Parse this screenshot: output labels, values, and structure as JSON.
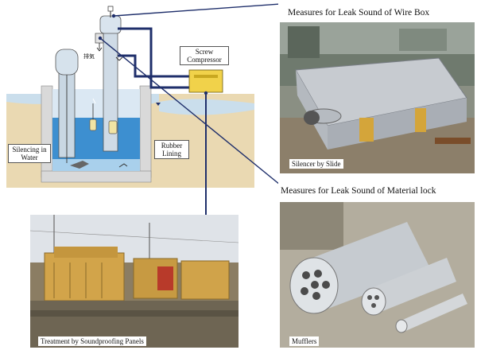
{
  "diagram": {
    "labels": {
      "screw_compressor": "Screw Compressor",
      "silencing_in_water": "Silencing in Water",
      "rubber_lining": "Rubber Lining",
      "exhaust_jp": "排気"
    }
  },
  "photos": {
    "wire_box": {
      "title": "Measures for Leak Sound of Wire Box",
      "caption": "Silencer by Slide"
    },
    "material_lock": {
      "title": "Measures for Leak Sound of Material lock",
      "caption": "Mufflers"
    },
    "panels": {
      "caption": "Treatment by Soundproofing Panels"
    }
  },
  "colors": {
    "water": "#3d8fd0",
    "ground": "#e9dcb8",
    "pipe": "#1f2f6b",
    "compressor": "#f1d24a"
  }
}
